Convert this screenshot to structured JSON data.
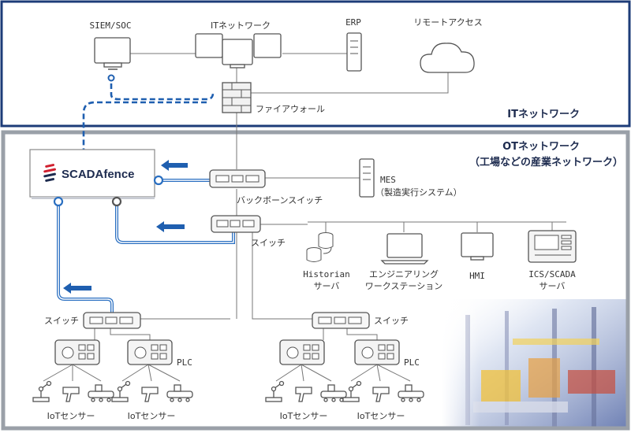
{
  "zones": {
    "it_title": "ITネットワーク",
    "ot_title_1": "OTネットワーク",
    "ot_title_2": "（工場などの産業ネットワーク）"
  },
  "it_devices": {
    "siem": "SIEM/SOC",
    "it_network": "ITネットワーク",
    "erp": "ERP",
    "remote": "リモートアクセス",
    "firewall": "ファイアウォール"
  },
  "scadafence": {
    "logo_text": "SCADAfence"
  },
  "ot_devices": {
    "backbone_switch": "バックボーンスイッチ",
    "mes_line1": "MES",
    "mes_line2": "（製造実行システム）",
    "switch_main": "スイッチ",
    "historian_line1": "Historian",
    "historian_line2": "サーバ",
    "eng_line1": "エンジニアリング",
    "eng_line2": "ワークステーション",
    "hmi": "HMI",
    "ics_line1": "ICS/SCADA",
    "ics_line2": "サーバ",
    "switch_left": "スイッチ",
    "switch_right": "スイッチ",
    "plc_left": "PLC",
    "plc_right": "PLC",
    "iot_1": "IoTセンサー",
    "iot_2": "IoTセンサー",
    "iot_3": "IoTセンサー",
    "iot_4": "IoTセンサー"
  },
  "colors": {
    "it_border": "#1d3c78",
    "ot_border": "#9aa0a8",
    "mirror_line": "#2a6fc1",
    "arrow": "#1f5fb0",
    "brand_red": "#d0202f",
    "brand_navy": "#1d2b4f"
  }
}
